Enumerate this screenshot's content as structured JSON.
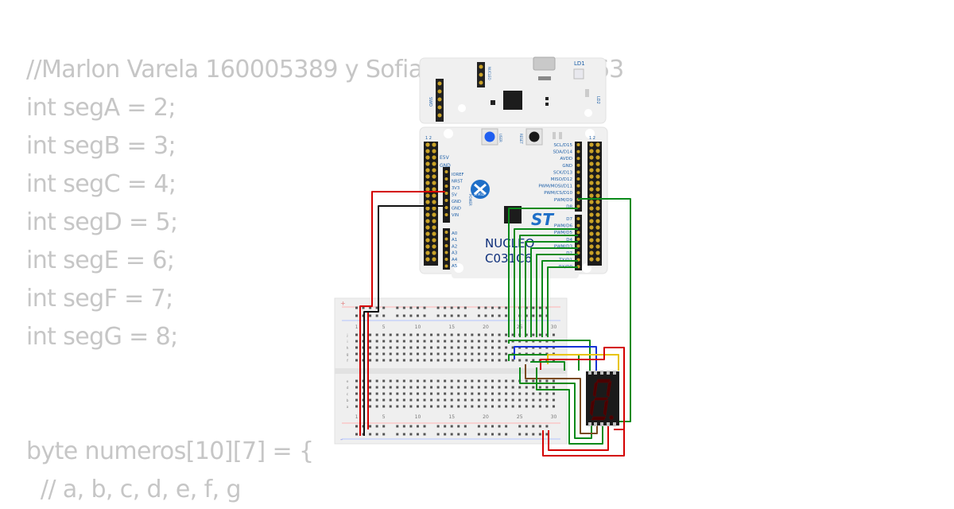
{
  "code_lines": [
    "//Marlon Varela 160005389 y Sofia Ortiz 160005363",
    "int segA = 2;",
    "int segB = 3;",
    "int segC = 4;",
    "int segD = 5;",
    "int segE = 6;",
    "int segF = 7;",
    "int segG = 8;",
    "",
    "",
    "byte numeros[10][7] = {",
    "  // a, b, c, d, e, f, g"
  ],
  "board": {
    "name_line1": "NUCLEO",
    "name_line2": "C031C6",
    "led1": "LD1",
    "led2": "LD2",
    "swd": "SWD",
    "vcp": "NUCLEO",
    "user": "USER",
    "reset": "RESET",
    "header_no": "1  2",
    "e5v": "E5V",
    "gnd_top": "GND",
    "power_pins": [
      "IOREF",
      "NRST",
      "3V3",
      "5V",
      "GND",
      "GND",
      "VIN"
    ],
    "power_label": "POWER",
    "analog_pins": [
      "A0",
      "A1",
      "A2",
      "A3",
      "A4",
      "A5"
    ],
    "digital_top": [
      "SCL/D15",
      "SDA/D14",
      "AVDD",
      "GND",
      "SCK/D13",
      "MISO/D12",
      "PWM/MOSI/D11",
      "PWM/CS/D10",
      "PWM/D9",
      "D8"
    ],
    "digital_bottom": [
      "D7",
      "PWM/D6",
      "PWM/D5",
      "D4",
      "PWM/D3",
      "D2",
      "TX/D1",
      "RX/D0"
    ],
    "logo": "ST",
    "stm32": "STM32"
  },
  "breadboard": {
    "col_numbers": [
      "1",
      "5",
      "10",
      "15",
      "20",
      "25",
      "30"
    ],
    "rows_top": [
      "j",
      "i",
      "h",
      "g",
      "f"
    ],
    "rows_bottom": [
      "e",
      "d",
      "c",
      "b",
      "a"
    ]
  },
  "colors": {
    "code_text": "#c6c6c6",
    "board": "#f0f0f0",
    "label_blue": "#1d5fa8",
    "wire_red": "#d40000",
    "wire_black": "#111111",
    "wire_green": "#0a8a1a",
    "wire_blue": "#1533d6",
    "wire_yellow": "#e8c400",
    "wire_brown": "#7a4a1e",
    "display_body": "#1a1a1a",
    "segment_red": "#4a0000"
  }
}
